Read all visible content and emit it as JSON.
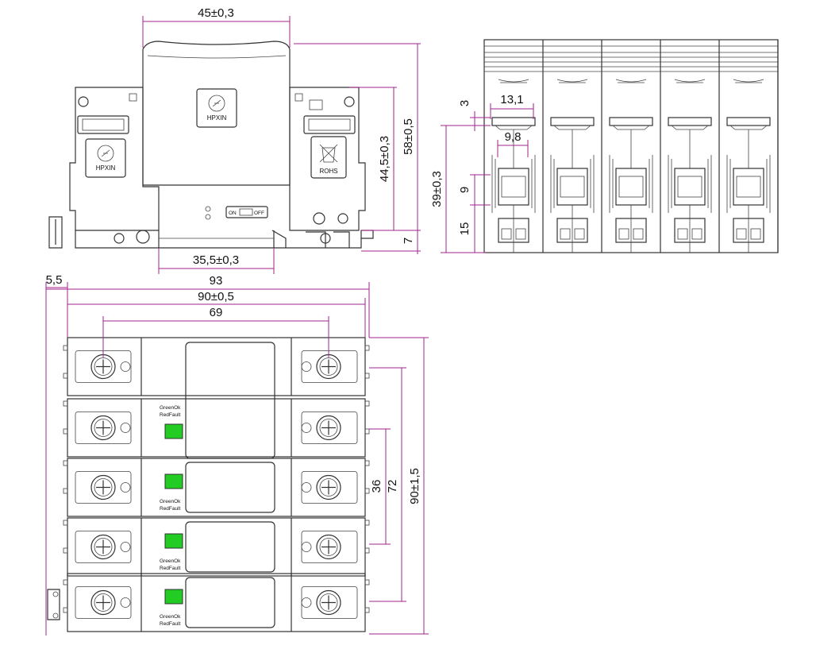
{
  "dimensions": {
    "front_width": "45±0,3",
    "front_height_body": "44,5±0,3",
    "front_height_total": "58±0,5",
    "front_rail_gap": "7",
    "front_base_width": "35,5±0,3",
    "side_module_width": "13,1",
    "side_top_gap": "3",
    "side_window": "9,8",
    "side_total": "39±0,3",
    "side_mid": "9",
    "side_bottom": "15",
    "top_offset": "5,5",
    "top_total_width": "93",
    "top_body_width": "90±0,5",
    "top_screw_spacing": "69",
    "top_pitch_2": "36",
    "top_pitch_3": "72",
    "top_total_height": "90±1,5"
  },
  "labels": {
    "brand": "HPXIN",
    "rohs": "ROHS",
    "switch_on": "ON",
    "switch_off": "OFF",
    "indicator_line1": "GreenOk",
    "indicator_line2": "RedFault"
  },
  "colors": {
    "outline": "#333333",
    "dimension_line": "#a0258e",
    "indicator_ok": "#22cc22"
  }
}
